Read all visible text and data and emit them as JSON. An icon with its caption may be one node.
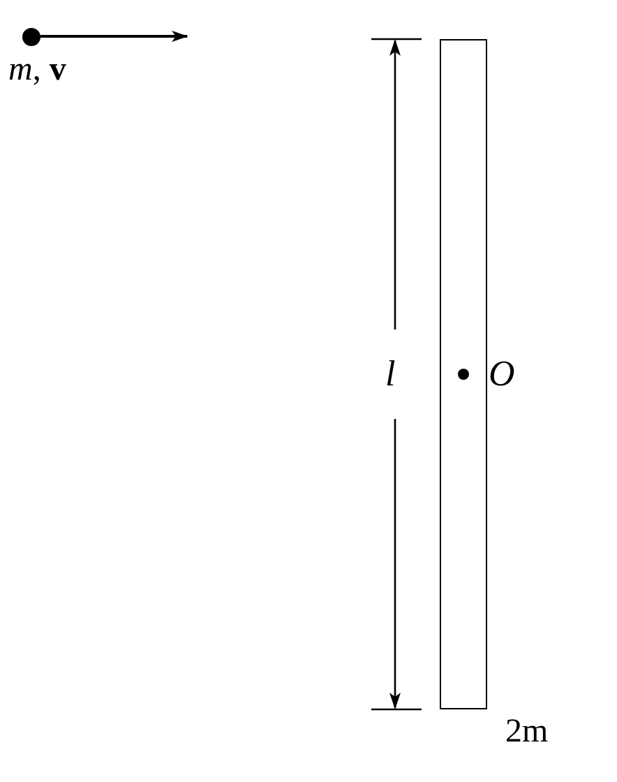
{
  "diagram": {
    "nodes": [
      {
        "text": [],
        "shape": "circle",
        "beside": [
          "*m*, **v**"
        ]
      },
      {
        "text": [],
        "shape": "bar",
        "beside": [
          "2m"
        ]
      }
    ],
    "edges": [],
    "labels": [
      "l",
      "O"
    ]
  }
}
